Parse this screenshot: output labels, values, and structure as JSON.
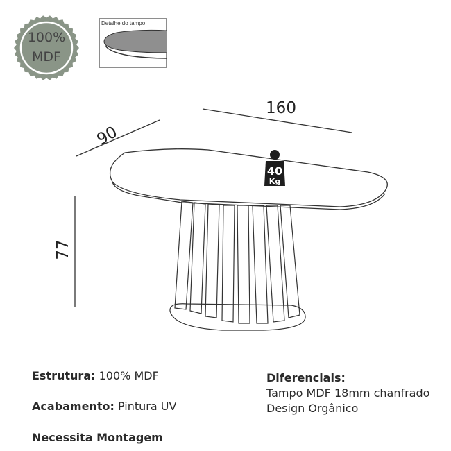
{
  "badge": {
    "line1": "100%",
    "line2": "MDF",
    "color": "#8a9587"
  },
  "detail": {
    "label": "Detalhe do tampo"
  },
  "dimensions": {
    "length": "160",
    "width": "90",
    "height": "77"
  },
  "weight_tag": {
    "value": "40",
    "unit": "Kg"
  },
  "specs": {
    "estrutura_label": "Estrutura:",
    "estrutura_value": "100% MDF",
    "acabamento_label": "Acabamento:",
    "acabamento_value": "Pintura UV",
    "montagem": "Necessita Montagem",
    "diferenciais_label": "Diferenciais:",
    "diferenciais_1": "Tampo MDF 18mm chanfrado",
    "diferenciais_2": "Design Orgânico"
  }
}
